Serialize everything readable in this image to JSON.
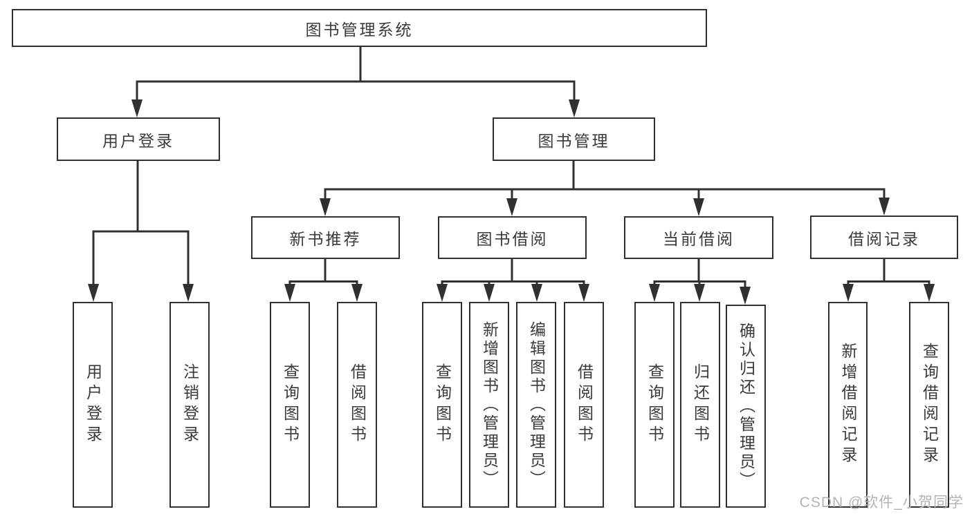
{
  "diagram": {
    "root": "图书管理系统",
    "branches": [
      {
        "label": "用户登录",
        "children": [
          "用户登录",
          "注销登录"
        ]
      },
      {
        "label": "图书管理",
        "sections": [
          {
            "label": "新书推荐",
            "children": [
              "查询图书",
              "借阅图书"
            ]
          },
          {
            "label": "图书借阅",
            "children": [
              "查询图书",
              "新增图书（管理员）",
              "编辑图书（管理员）",
              "借阅图书"
            ]
          },
          {
            "label": "当前借阅",
            "children": [
              "查询图书",
              "归还图书",
              "确认归还（管理员）"
            ]
          },
          {
            "label": "借阅记录",
            "children": [
              "新增借阅记录",
              "查询借阅记录"
            ]
          }
        ]
      }
    ]
  },
  "colors": {
    "line": "#303030",
    "text": "#3a3a3a",
    "watermark": "#b3b3b3"
  },
  "watermark": "CSDN @软件_小贺同学"
}
